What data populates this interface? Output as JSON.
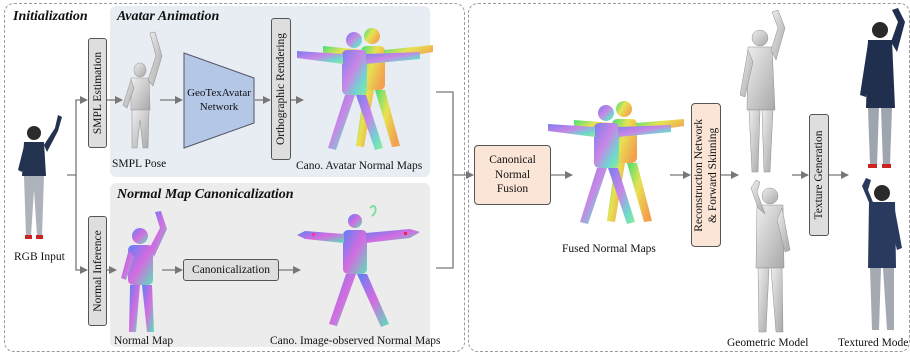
{
  "sections": {
    "initialization": "Initialization",
    "avatar_animation": "Avatar Animation",
    "normal_map_canonicalization": "Normal Map Canonicalization"
  },
  "boxes": {
    "smpl_estimation": "SMPL Estimation",
    "normal_inference": "Normal Inference",
    "geotexavatar_line1": "GeoTexAvatar",
    "geotexavatar_line2": "Network",
    "orthographic_rendering": "Orthographic Rendering",
    "canonicalization": "Canonicalization",
    "canonical_fusion_line1": "Canonical",
    "canonical_fusion_line2": "Normal",
    "canonical_fusion_line3": "Fusion",
    "reconstruction_line1": "Reconstruction Network",
    "reconstruction_line2": "& Forward Skinning",
    "texture_generation": "Texture Generation"
  },
  "captions": {
    "rgb_input": "RGB Input",
    "smpl_pose": "SMPL Pose",
    "cano_avatar_normal_maps": "Cano. Avatar Normal Maps",
    "normal_map": "Normal Map",
    "cano_image_observed_normal_maps": "Cano. Image-observed Normal Maps",
    "fused_normal_maps": "Fused Normal Maps",
    "geometric_model": "Geometric Model",
    "textured_model": "Textured Model"
  },
  "colors": {
    "network_trapezoid": "#b4c7e7",
    "fusion_box": "#fbe5d6",
    "module_box": "#dedede",
    "subpanel_blue": "#e8edf4",
    "subpanel_gray": "#ececec"
  }
}
